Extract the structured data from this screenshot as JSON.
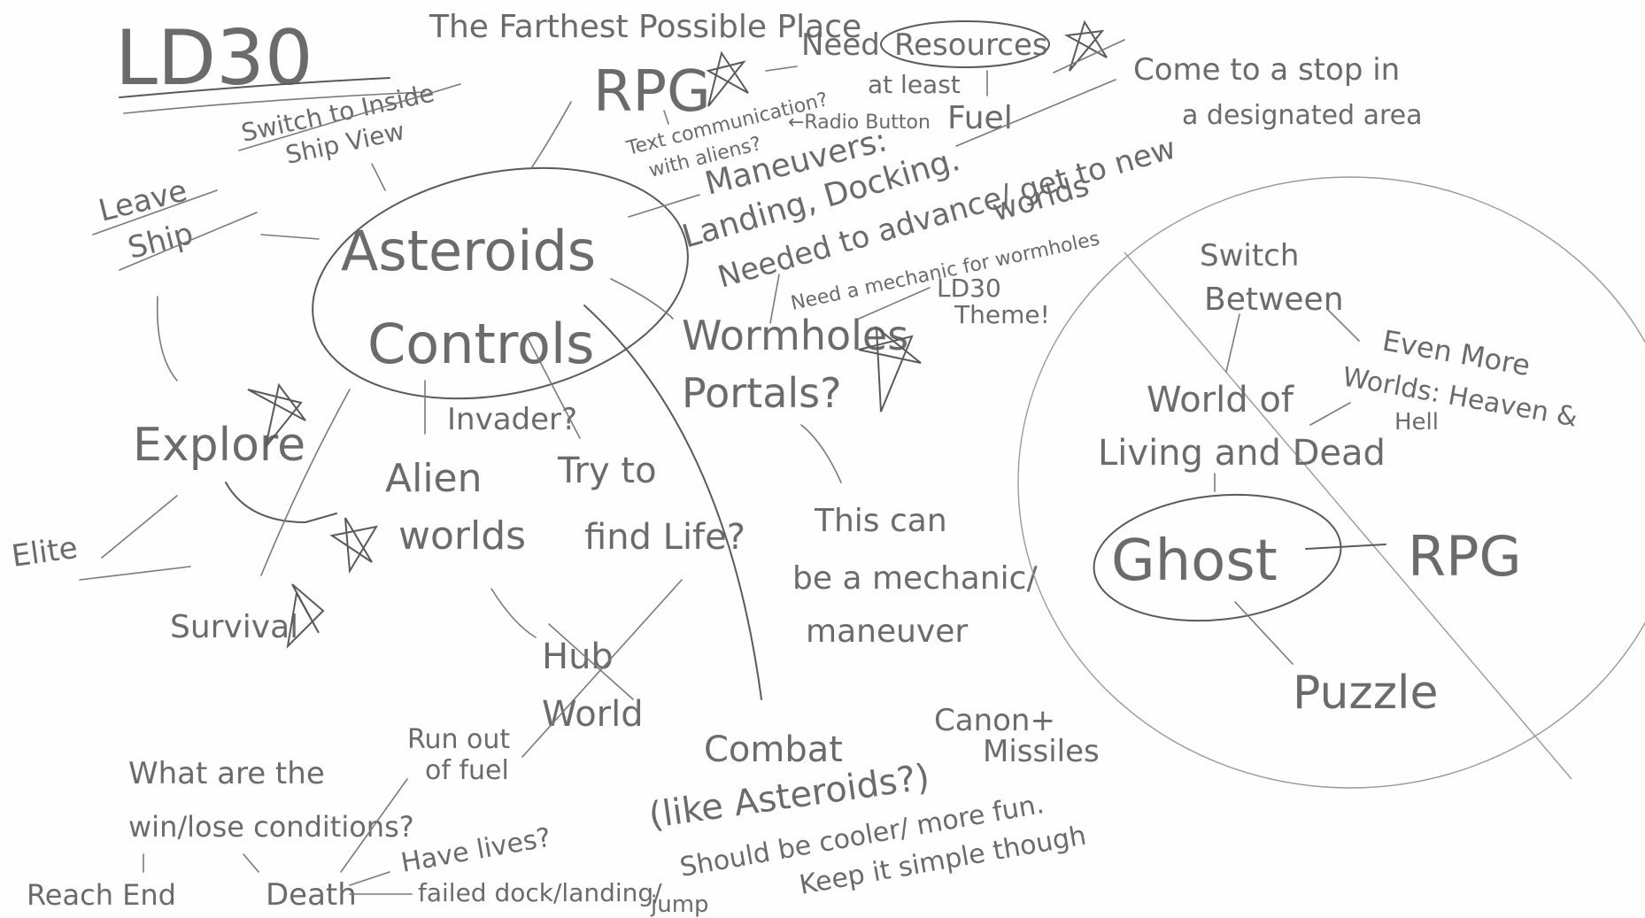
{
  "title": "LD30",
  "subtitle_theme": "The Farthest Possible Place",
  "nodes": {
    "center": [
      "Asteroids",
      "Controls"
    ],
    "rpg_top": "RPG",
    "need": "Need",
    "resources": "Resources",
    "at_least": "at least",
    "fuel": "Fuel",
    "stop": [
      "Come to a stop in",
      "a designated area"
    ],
    "text_comm": [
      "Text communication?",
      "with aliens?"
    ],
    "radio": "←Radio Button",
    "maneuvers": "Maneuvers:",
    "landing": "Landing, Docking.",
    "needed": [
      "Needed to advance/ get to new",
      "worlds"
    ],
    "mechanic_wormholes": "Need a mechanic for wormholes",
    "ld30_theme": [
      "LD30",
      "Theme!"
    ],
    "wormholes": [
      "Wormholes",
      "Portals?"
    ],
    "this_can": [
      "This can",
      "be a mechanic/",
      "maneuver"
    ],
    "switch_ship": [
      "Switch to Inside",
      "Ship View"
    ],
    "leave_ship": [
      "Leave",
      "Ship"
    ],
    "explore": "Explore",
    "elite": "Elite",
    "survival": "Survival",
    "invader": "Invader?",
    "alien_worlds": [
      "Alien",
      "worlds"
    ],
    "try_life": [
      "Try to",
      "find Life?"
    ],
    "hub_world": [
      "Hub",
      "World"
    ],
    "combat": [
      "Combat",
      "(like Asteroids?)"
    ],
    "canon": [
      "Canon+",
      "Missiles"
    ],
    "cooler": [
      "Should be cooler/ more fun.",
      "Keep it simple though"
    ],
    "win_lose": [
      "What are the",
      "win/lose conditions?"
    ],
    "run_out": [
      "Run out",
      "of fuel"
    ],
    "have_lives": "Have lives?",
    "failed": "failed dock/landing/",
    "jump": "jump",
    "reach_end": "Reach End",
    "death": "Death",
    "switch_between": [
      "Switch",
      "Between"
    ],
    "even_more": [
      "Even More",
      "Worlds: Heaven &",
      "Hell"
    ],
    "world_living": [
      "World of",
      "Living and Dead"
    ],
    "ghost": "Ghost",
    "rpg_right": "RPG",
    "puzzle": "Puzzle"
  }
}
